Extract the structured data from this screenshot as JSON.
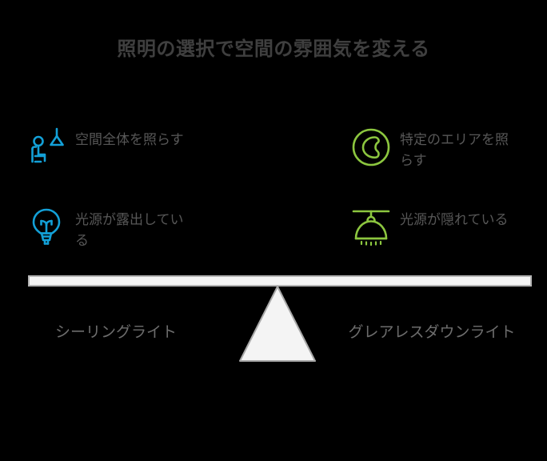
{
  "page": {
    "background_color": "#000000",
    "title": "照明の選択で空間の雰囲気を変える"
  },
  "features": [
    {
      "id": "whole-room",
      "icon_name": "person-under-pendant-lamp-icon",
      "icon_color": "#13a0d7",
      "label": "空間全体を照らす",
      "column": "left",
      "row": "top"
    },
    {
      "id": "specific-area",
      "icon_name": "spotlight-circle-icon",
      "icon_color": "#8cc63f",
      "label": "特定のエリアを照らす",
      "column": "right",
      "row": "top"
    },
    {
      "id": "exposed-source",
      "icon_name": "light-bulb-icon",
      "icon_color": "#13a0d7",
      "label": "光源が露出している",
      "column": "left",
      "row": "bottom"
    },
    {
      "id": "hidden-source",
      "icon_name": "ceiling-dome-lamp-icon",
      "icon_color": "#8cc63f",
      "label": "光源が隠れている",
      "column": "right",
      "row": "bottom"
    }
  ],
  "balance": {
    "beam_color": "#f4f4f4",
    "beam_border_color": "#b4b4b4",
    "fulcrum_color": "#f4f4f4",
    "fulcrum_border_color": "#a8a8a8",
    "left_label": "シーリングライト",
    "right_label": "グレアレスダウンライト"
  }
}
